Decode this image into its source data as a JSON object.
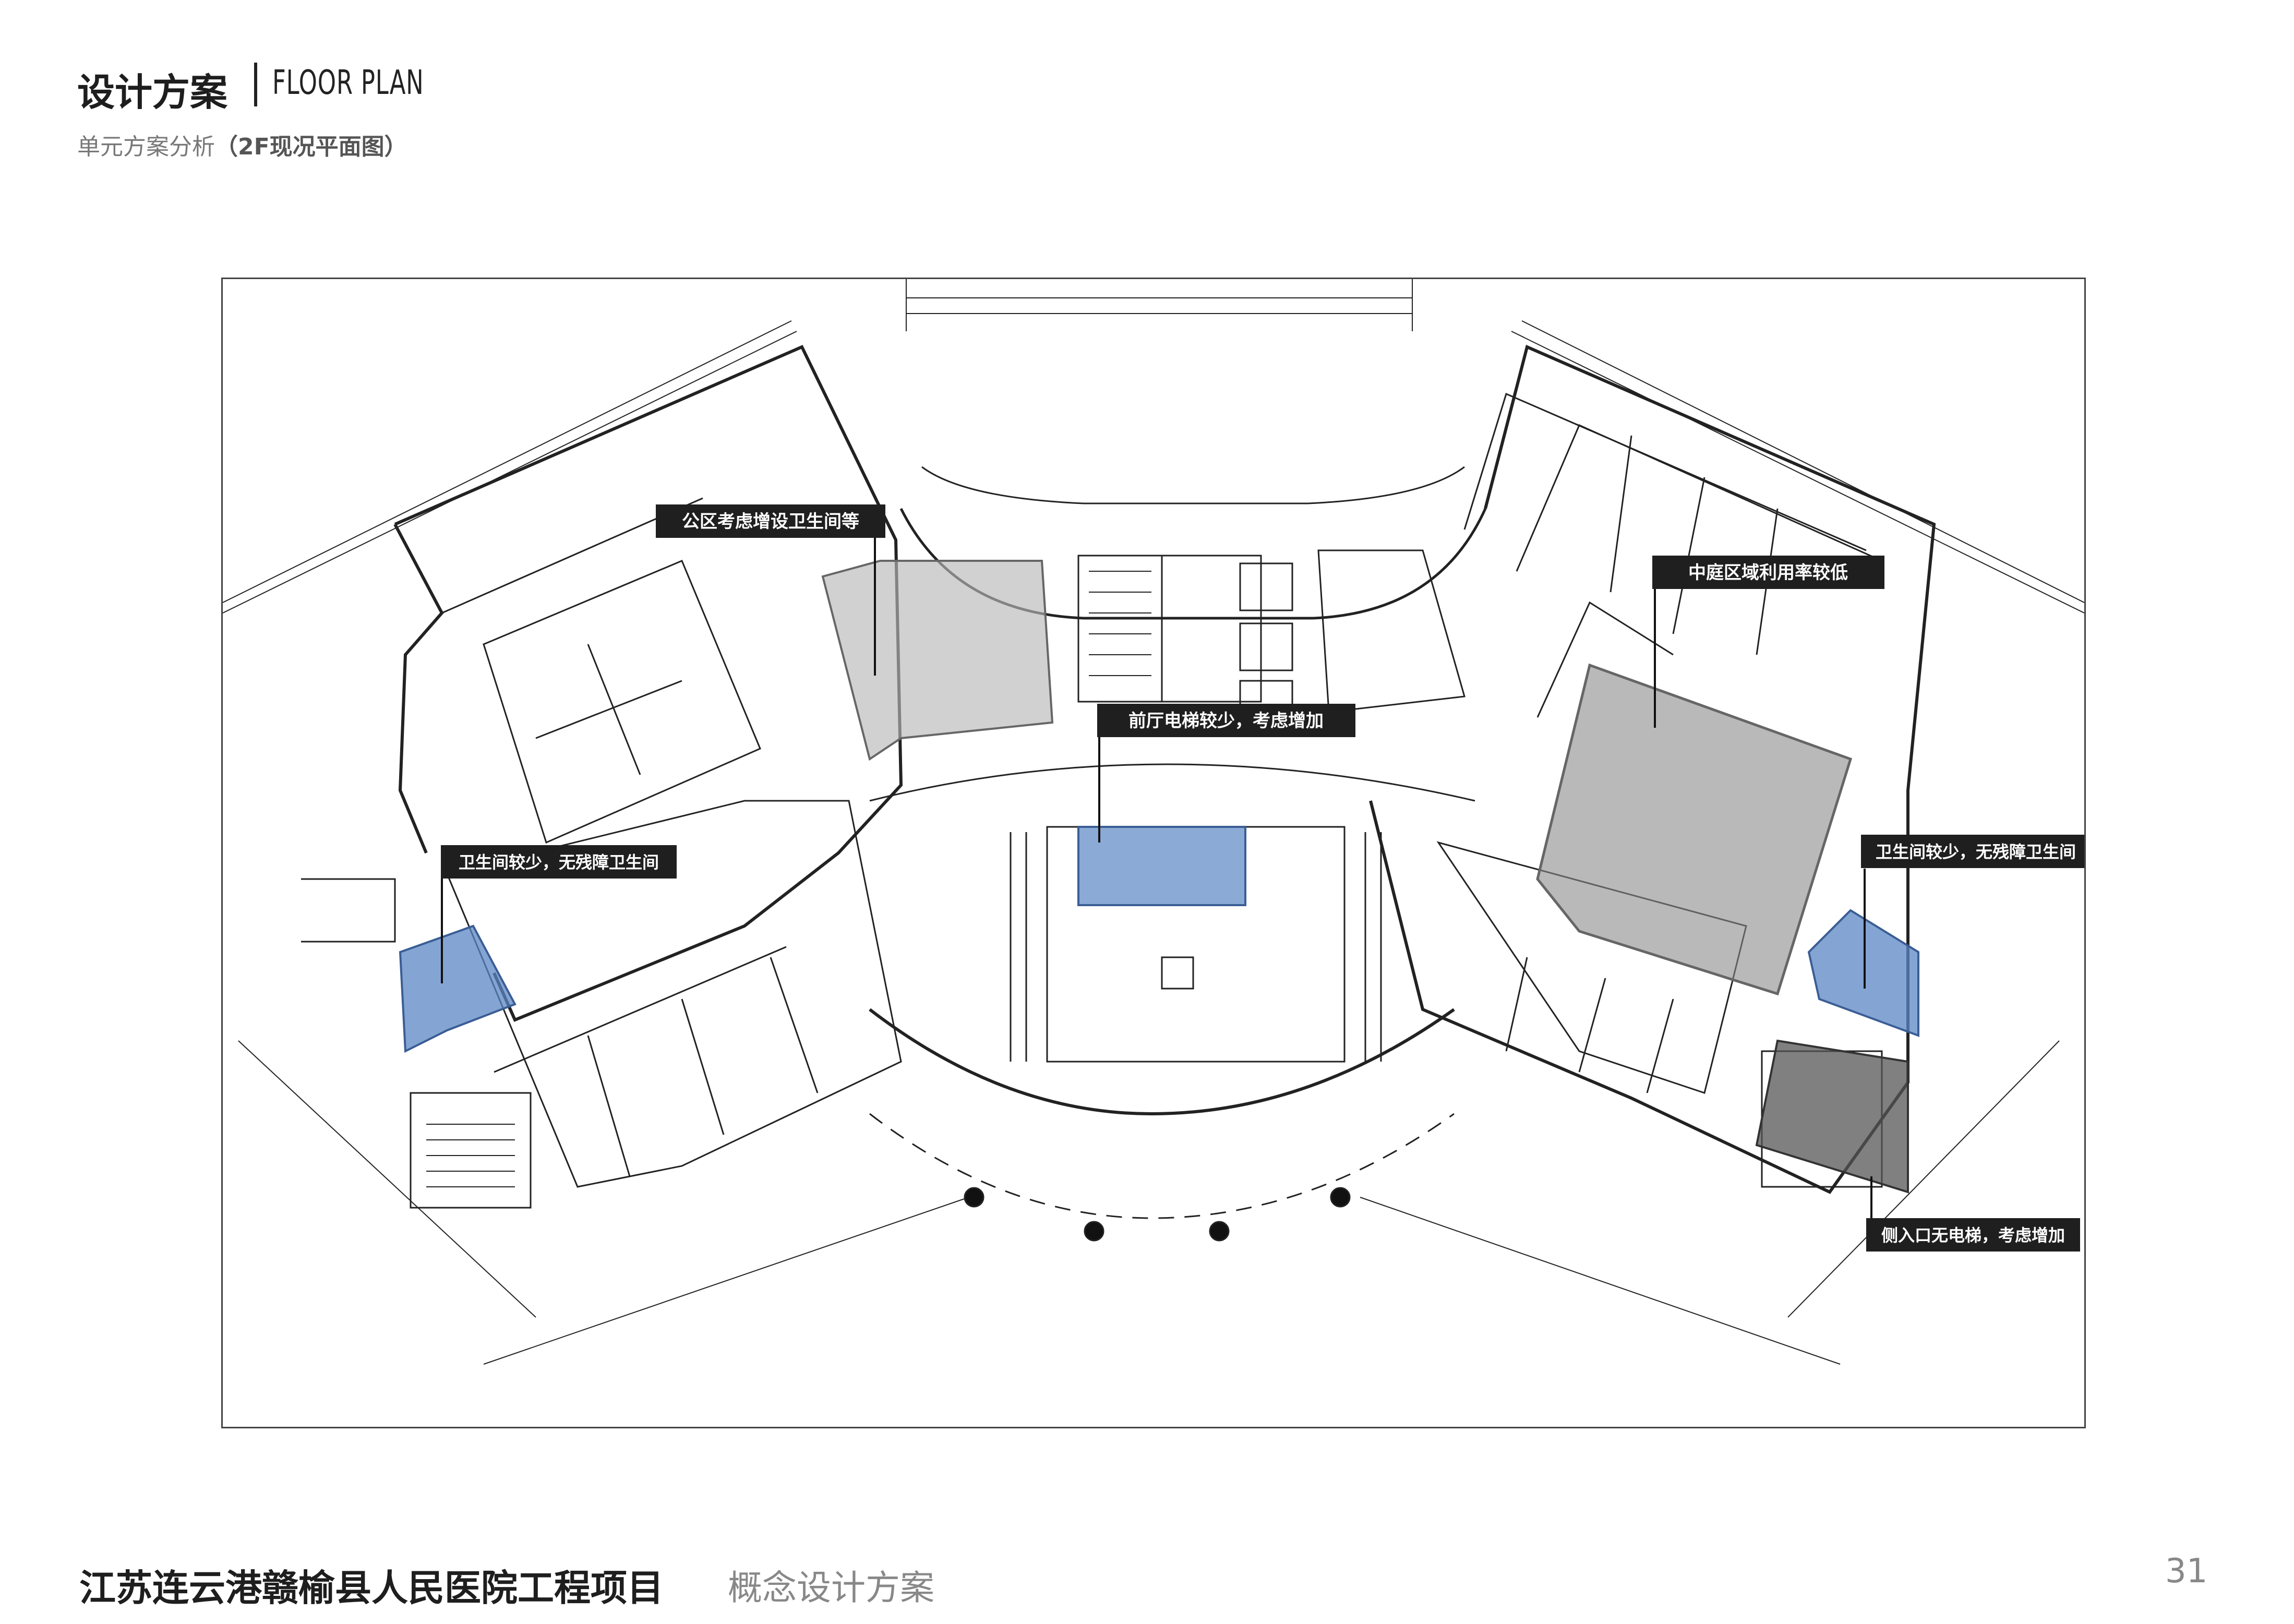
{
  "header": {
    "title": "设计方案",
    "title_en": "FLOOR PLAN",
    "subtitle": "单元方案分析",
    "subtitle_bold": "（2F现况平面图）"
  },
  "callouts": {
    "public_area": "公区考虑增设卫生间等",
    "lobby_elevator": "前厅电梯较少，考虑增加",
    "courtyard": "中庭区域利用率较低",
    "toilet_left": "卫生间较少，无残障卫生间",
    "toilet_right": "卫生间较少，无残障卫生间",
    "side_entrance": "侧入口无电梯，考虑增加"
  },
  "footer": {
    "project": "江苏连云港赣榆县人民医院工程项目",
    "concept": "概念设计方案",
    "page": "31"
  },
  "colors": {
    "callout_bg": "#1f1f1f",
    "highlight_blue": "#5b86c4",
    "highlight_gray": "#8a8a8a",
    "highlight_dark": "#555555"
  }
}
